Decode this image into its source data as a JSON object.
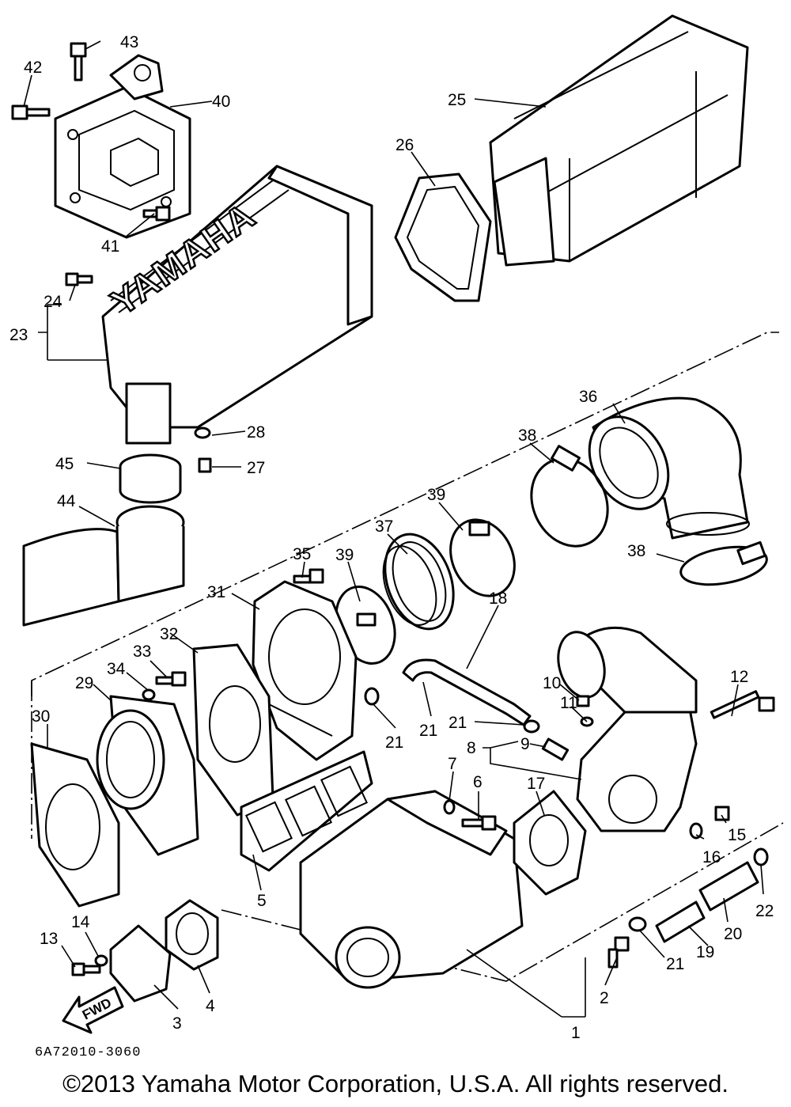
{
  "diagram": {
    "brand_text": "YAMAHA",
    "fwd_label": "FWD",
    "drawing_code": "6A72010-3060",
    "copyright": "©2013 Yamaha Motor Corporation, U.S.A. All rights reserved.",
    "callouts": {
      "c1": "1",
      "c2": "2",
      "c3": "3",
      "c4": "4",
      "c5": "5",
      "c6": "6",
      "c7": "7",
      "c8": "8",
      "c9": "9",
      "c10": "10",
      "c11": "11",
      "c12": "12",
      "c13": "13",
      "c14": "14",
      "c15": "15",
      "c16": "16",
      "c17": "17",
      "c18": "18",
      "c19": "19",
      "c20": "20",
      "c21a": "21",
      "c21b": "21",
      "c21c": "21",
      "c21d": "21",
      "c22": "22",
      "c23": "23",
      "c24": "24",
      "c25": "25",
      "c26": "26",
      "c27": "27",
      "c28": "28",
      "c29": "29",
      "c30": "30",
      "c31": "31",
      "c32": "32",
      "c33": "33",
      "c34": "34",
      "c35": "35",
      "c36": "36",
      "c37": "37",
      "c38a": "38",
      "c38b": "38",
      "c39a": "39",
      "c39b": "39",
      "c40": "40",
      "c41": "41",
      "c42": "42",
      "c43": "43",
      "c44": "44",
      "c45": "45"
    }
  }
}
